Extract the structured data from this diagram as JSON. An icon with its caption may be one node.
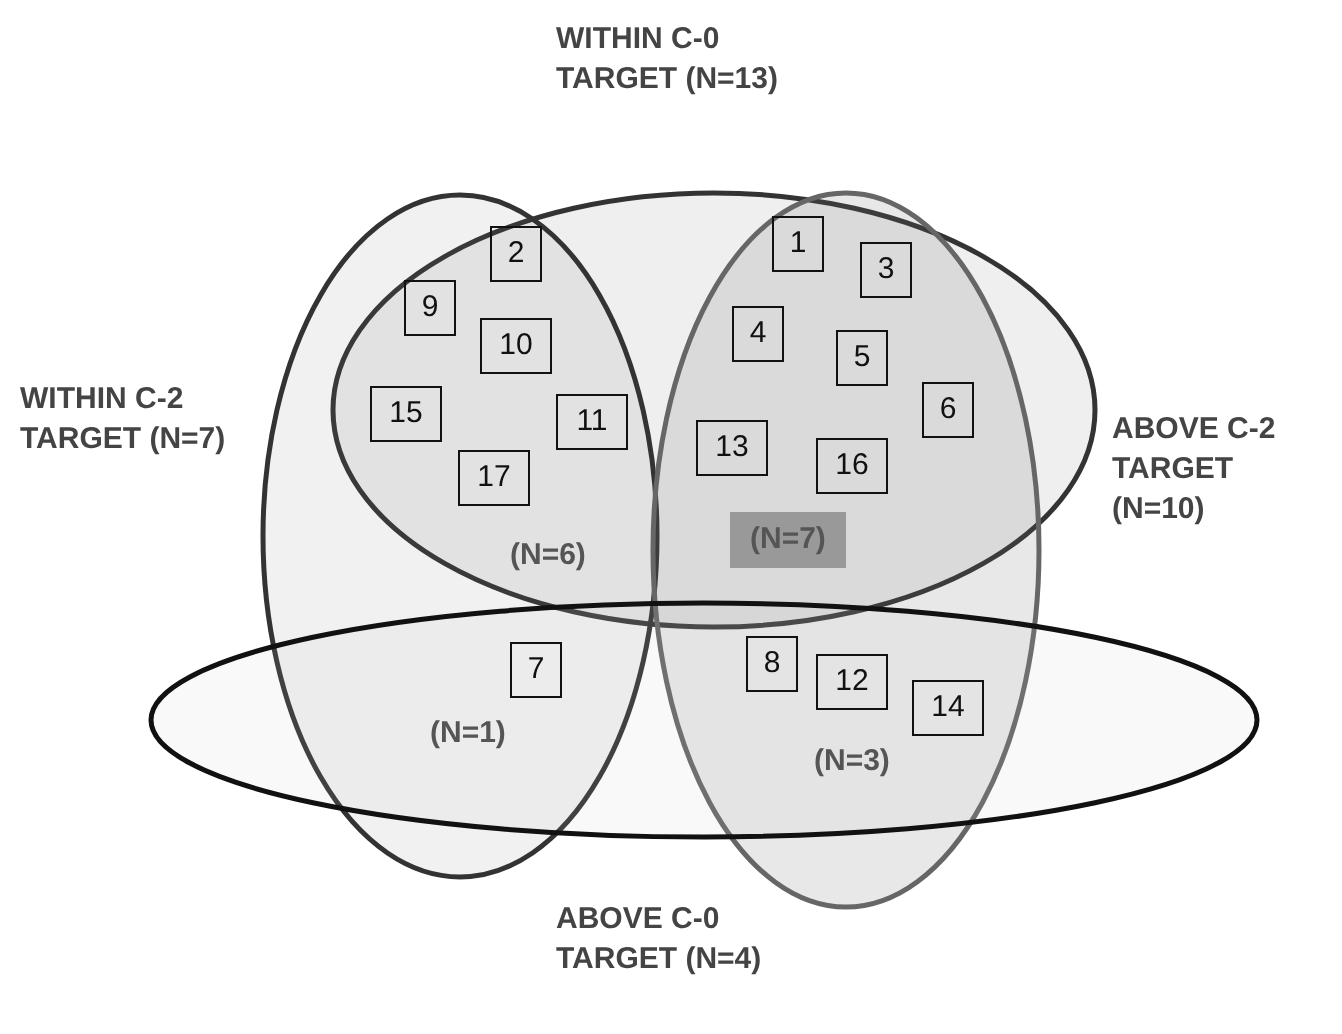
{
  "diagram": {
    "nodes": [
      {
        "text": [
          "WITHIN C-0 TARGET (N=13)"
        ]
      },
      {
        "text": [
          "WITHIN C-2 TARGET (N=7)"
        ]
      },
      {
        "text": [
          "ABOVE C-2 TARGET (N=10)"
        ]
      },
      {
        "text": [
          "ABOVE C-0 TARGET (N=4)"
        ]
      },
      {
        "text": [
          "2"
        ]
      },
      {
        "text": [
          "1"
        ]
      },
      {
        "text": [
          "3"
        ]
      },
      {
        "text": [
          "9"
        ]
      },
      {
        "text": [
          "4"
        ]
      },
      {
        "text": [
          "10"
        ]
      },
      {
        "text": [
          "5"
        ]
      },
      {
        "text": [
          "6"
        ]
      },
      {
        "text": [
          "15"
        ]
      },
      {
        "text": [
          "11"
        ]
      },
      {
        "text": [
          "13"
        ]
      },
      {
        "text": [
          "16"
        ]
      },
      {
        "text": [
          "17"
        ]
      },
      {
        "text": [
          "8"
        ]
      },
      {
        "text": [
          "7"
        ]
      },
      {
        "text": [
          "12"
        ]
      },
      {
        "text": [
          "14"
        ]
      }
    ],
    "labels": [
      "(N=6)",
      "(N=7)",
      "(N=1)",
      "(N=3)"
    ]
  }
}
